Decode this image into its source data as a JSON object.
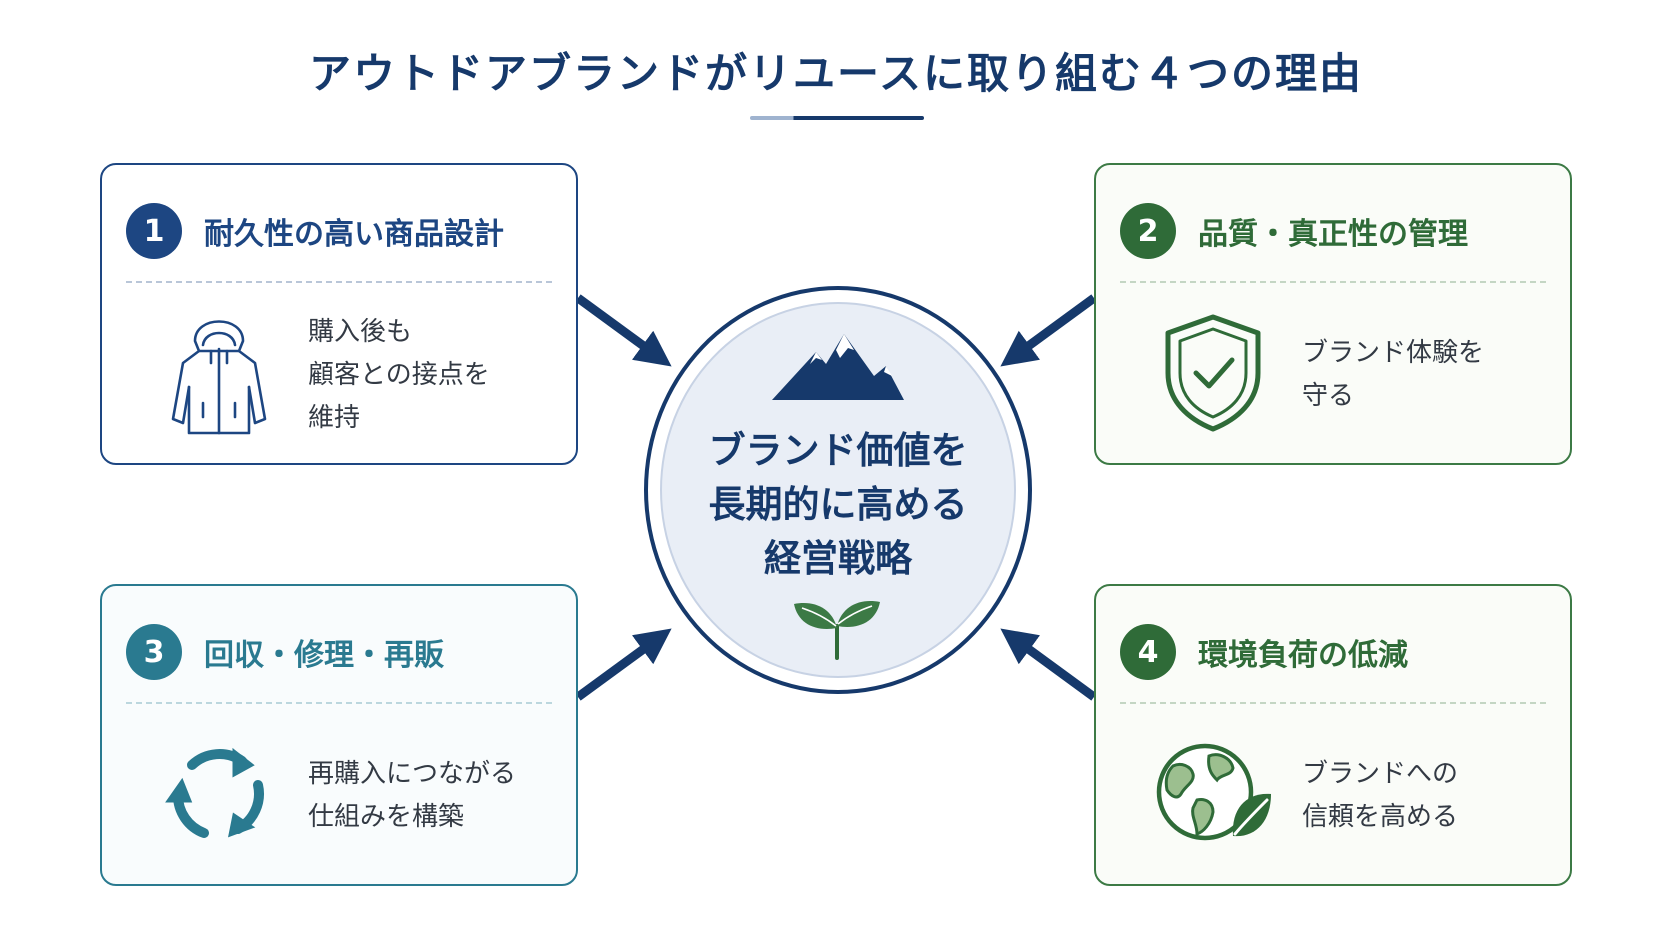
{
  "title": "アウトドアブランドがリユースに取り組む４つの理由",
  "center": {
    "lines": [
      "ブランド価値を",
      "長期的に高める",
      "経営戦略"
    ],
    "icons": [
      "mountain-icon",
      "sprout-icon"
    ]
  },
  "cards": [
    {
      "number": "1",
      "title": "耐久性の高い商品設計",
      "description": [
        "購入後も",
        "顧客との接点を",
        "維持"
      ],
      "icon": "jacket-icon",
      "color": "#1d4682"
    },
    {
      "number": "2",
      "title": "品質・真正性の管理",
      "description": [
        "ブランド体験を",
        "守る"
      ],
      "icon": "shield-check-icon",
      "color": "#3c7a45"
    },
    {
      "number": "3",
      "title": "回収・修理・再販",
      "description": [
        "再購入につながる",
        "仕組みを構築"
      ],
      "icon": "recycle-icon",
      "color": "#2a7a90"
    },
    {
      "number": "4",
      "title": "環境負荷の低減",
      "description": [
        "ブランドへの",
        "信頼を高める"
      ],
      "icon": "globe-leaf-icon",
      "color": "#3c7a45"
    }
  ],
  "colors": {
    "navy": "#16396b",
    "green": "#3c7a45",
    "teal": "#2a7a90",
    "center_fill": "#e9eef6"
  }
}
